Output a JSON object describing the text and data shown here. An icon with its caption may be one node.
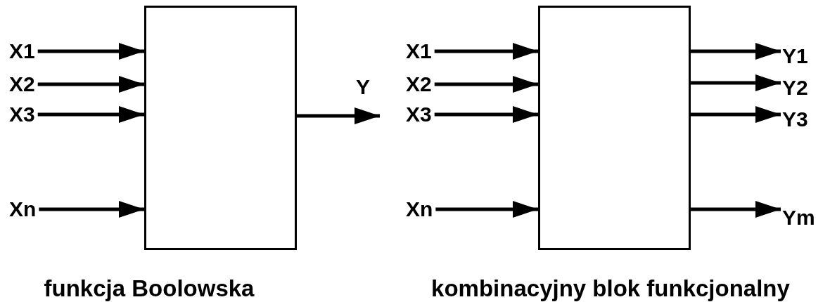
{
  "diagram": {
    "nodes": [
      {
        "text": [],
        "shape": "box",
        "beside": [
          "funkcja Boolowska"
        ]
      },
      {
        "text": [
          "X1"
        ]
      },
      {
        "text": [
          "X2"
        ]
      },
      {
        "text": [
          "X3"
        ]
      },
      {
        "text": [
          "Xn"
        ]
      },
      {
        "text": [],
        "shape": "box",
        "beside": [
          "kombinacyjny blok funkcjonalny"
        ]
      },
      {
        "text": [
          "X1"
        ]
      },
      {
        "text": [
          "X2"
        ]
      },
      {
        "text": [
          "X3"
        ]
      },
      {
        "text": [
          "Xn"
        ]
      },
      {
        "text": [
          "Y1"
        ]
      },
      {
        "text": [
          "Y2"
        ]
      },
      {
        "text": [
          "Y3"
        ]
      },
      {
        "text": [
          "Ym"
        ]
      },
      {
        "text": [
          "Y"
        ]
      }
    ],
    "edges": [
      {
        "from": 1,
        "to": 0,
        "arrow": "to"
      },
      {
        "from": 2,
        "to": 0,
        "arrow": "to"
      },
      {
        "from": 3,
        "to": 0,
        "arrow": "to"
      },
      {
        "from": 4,
        "to": 0,
        "arrow": "to"
      },
      {
        "from": 0,
        "to": 14,
        "arrow": "to"
      },
      {
        "from": 6,
        "to": 5,
        "arrow": "to"
      },
      {
        "from": 7,
        "to": 5,
        "arrow": "to"
      },
      {
        "from": 8,
        "to": 5,
        "arrow": "to"
      },
      {
        "from": 9,
        "to": 5,
        "arrow": "to"
      },
      {
        "from": 5,
        "to": 10,
        "arrow": "to"
      },
      {
        "from": 5,
        "to": 11,
        "arrow": "to"
      },
      {
        "from": 5,
        "to": 12,
        "arrow": "to"
      },
      {
        "from": 5,
        "to": 13,
        "arrow": "to"
      }
    ]
  }
}
